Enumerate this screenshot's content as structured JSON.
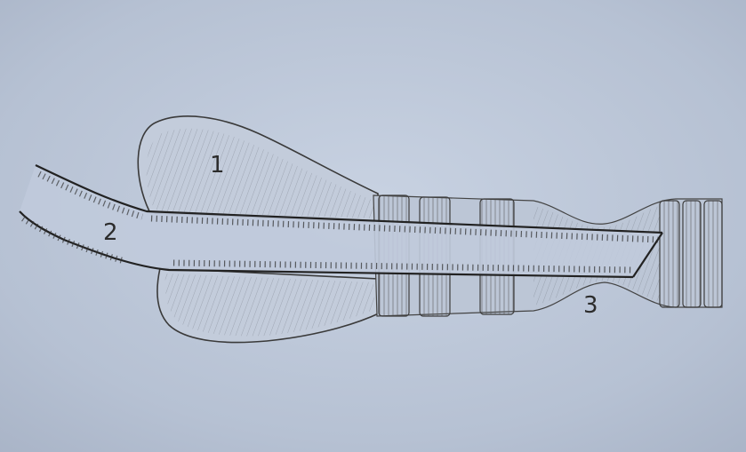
{
  "labels": {
    "one": "1",
    "two": "2",
    "three": "3"
  },
  "colors": {
    "paper": "#bcc7d8",
    "pencil": "#2f2f2f",
    "shade": "#6f7480"
  }
}
